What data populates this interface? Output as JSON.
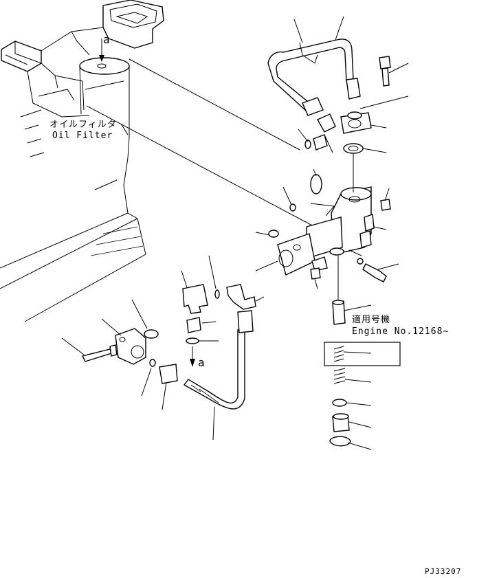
{
  "labels": {
    "oil_filter_jp": "オイルフィルタ",
    "oil_filter_en": "Oil Filter",
    "arrow_a_top": "a",
    "arrow_a_bottom": "a",
    "applicable_jp": "適用号機",
    "engine_number": "Engine No.12168~",
    "drawing_number": "PJ33207"
  },
  "colors": {
    "line": "#000000",
    "background": "#ffffff"
  }
}
